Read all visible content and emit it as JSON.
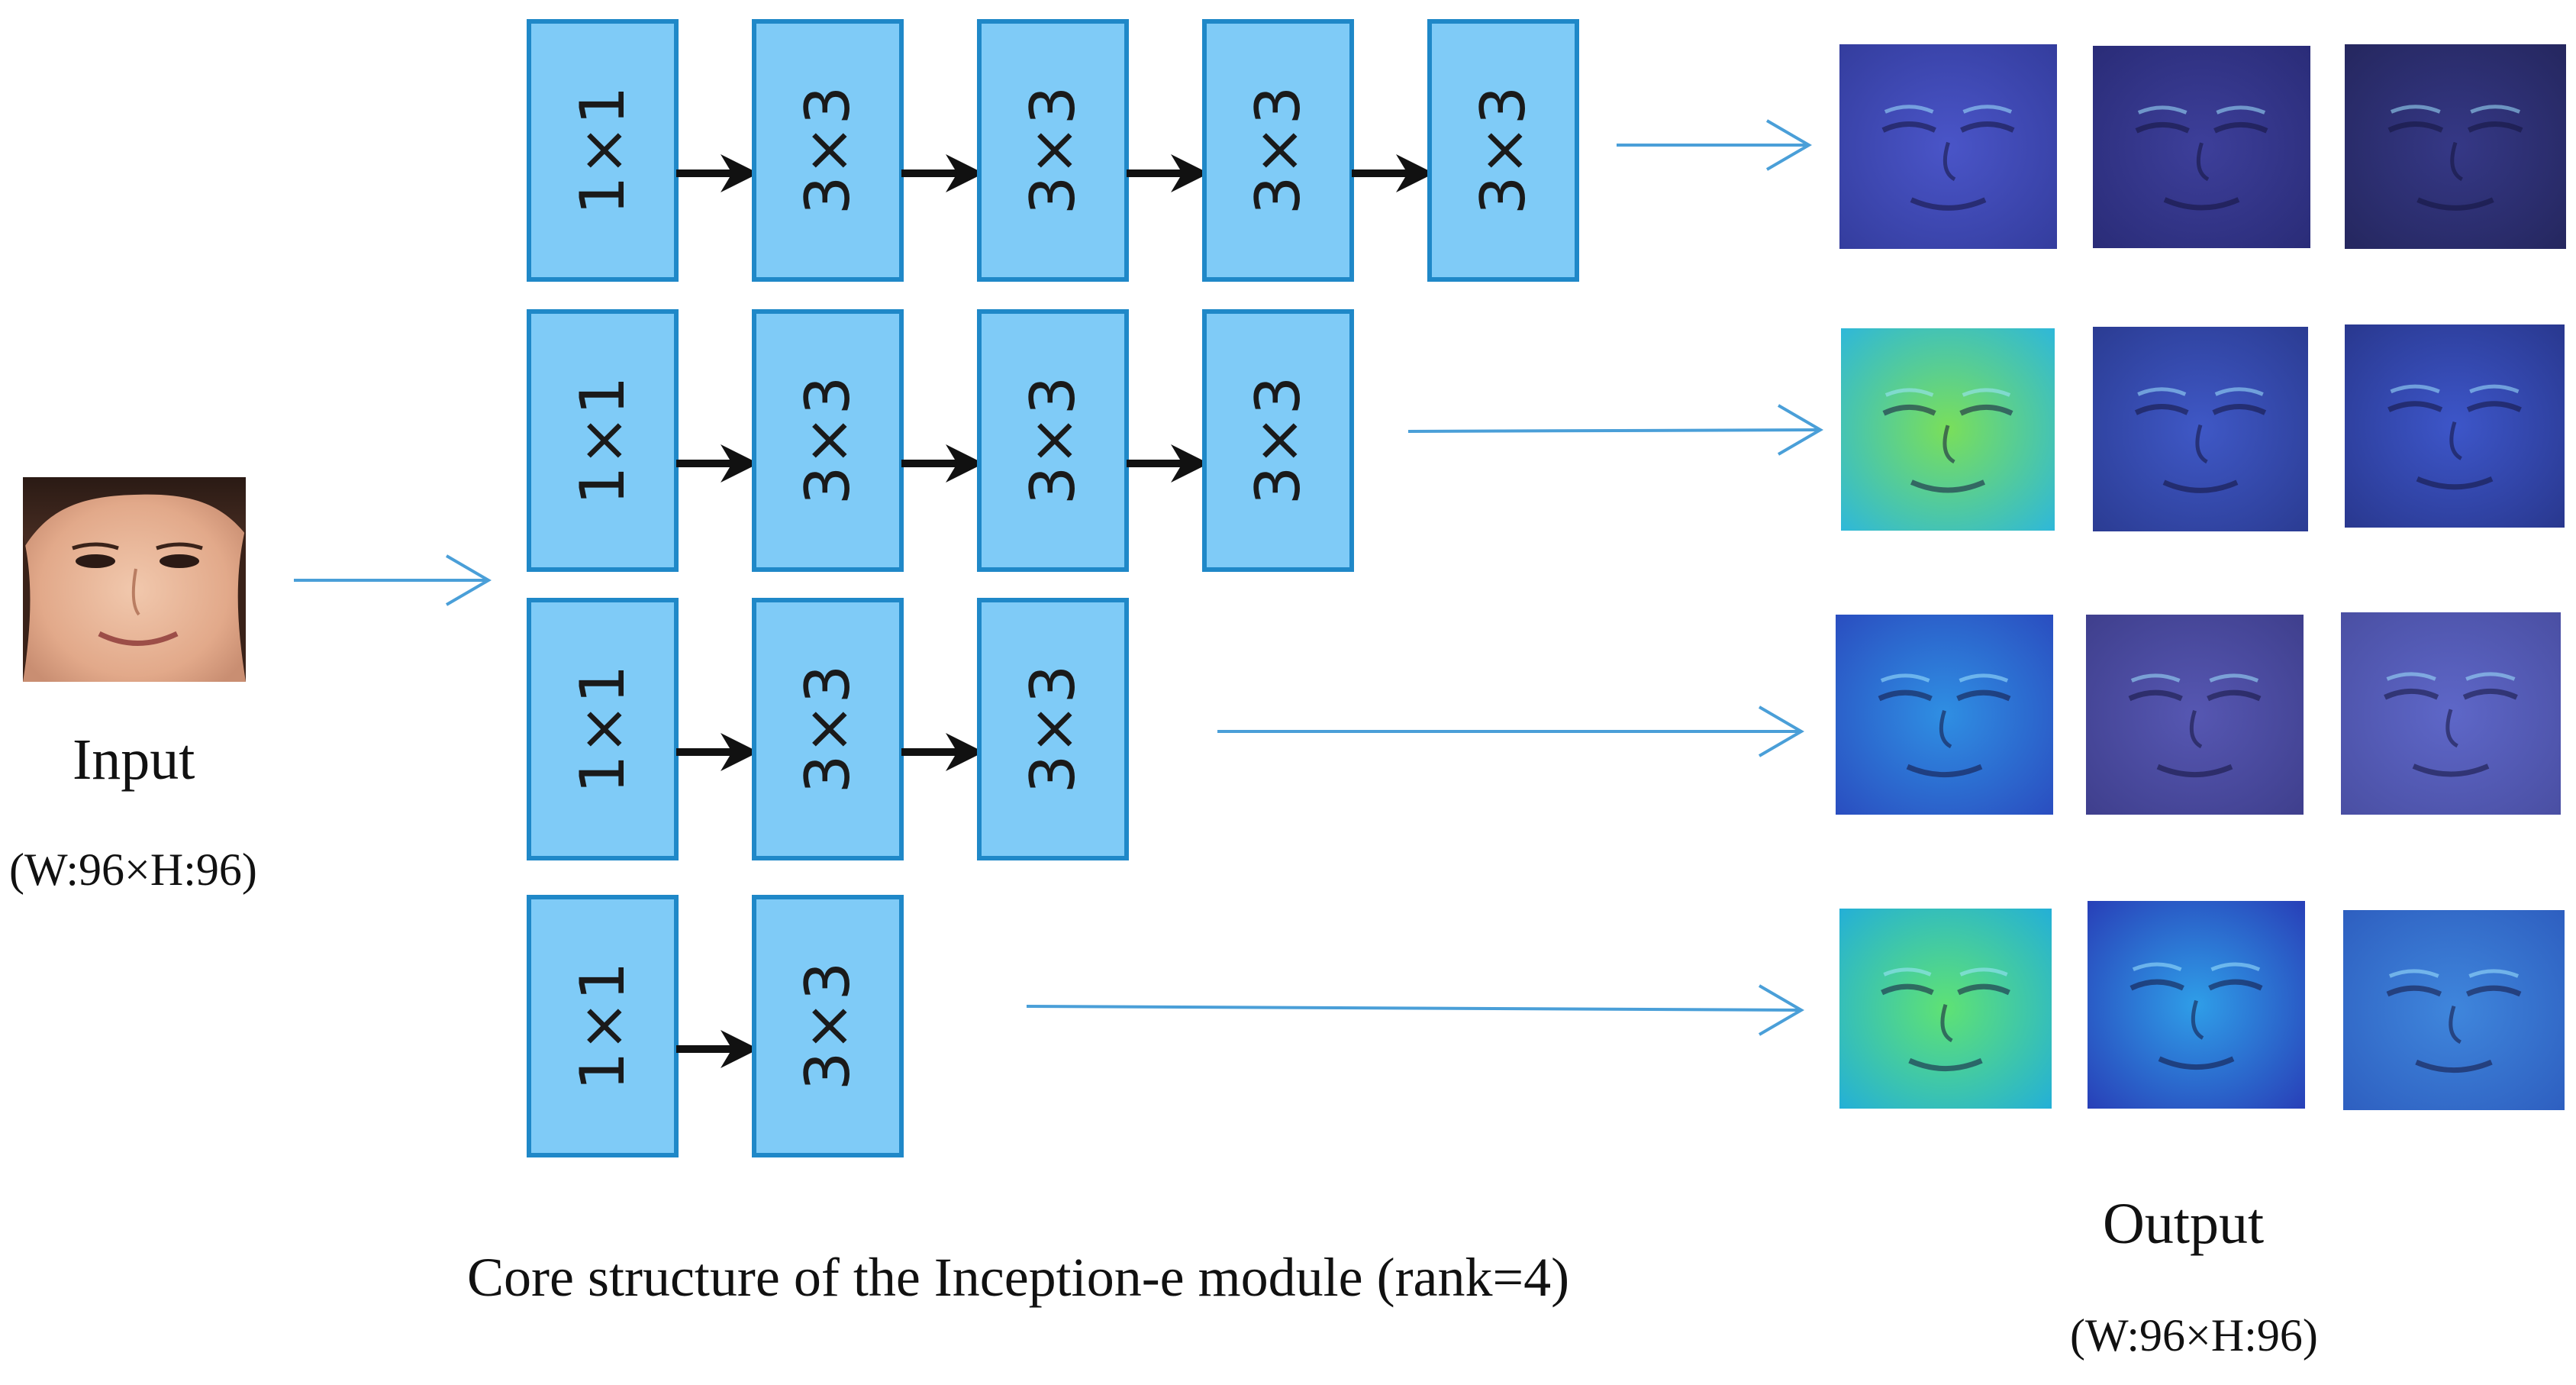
{
  "input": {
    "label": "Input",
    "size": "(W:96×H:96)"
  },
  "module": {
    "caption": "Core structure of the Inception-e module (rank=4)",
    "branches": [
      [
        "1×1",
        "3×3",
        "3×3",
        "3×3",
        "3×3"
      ],
      [
        "1×1",
        "3×3",
        "3×3",
        "3×3"
      ],
      [
        "1×1",
        "3×3",
        "3×3"
      ],
      [
        "1×1",
        "3×3"
      ]
    ]
  },
  "output": {
    "label": "Output",
    "size": "(W:96×H:96)",
    "rows": 4,
    "maps_per_row": 3
  },
  "colors": {
    "block_fill": "#7fcbf7",
    "block_stroke": "#1f88c8",
    "arrow_black": "#111111",
    "arrow_blue": "#4a9fd8",
    "skin": "#e9b89a"
  }
}
